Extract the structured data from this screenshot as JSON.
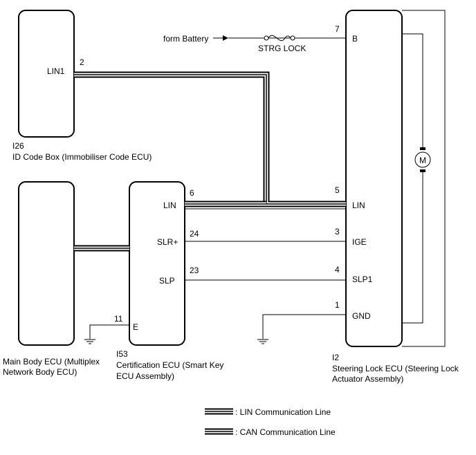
{
  "components": {
    "id_code_box": {
      "code": "I26",
      "name": "ID Code Box (Immobiliser Code ECU)",
      "terminal": "LIN1",
      "pin": "2"
    },
    "main_body_ecu": {
      "name_line1": "Main Body ECU (Multiplex",
      "name_line2": "Network Body ECU)"
    },
    "certification_ecu": {
      "code": "I53",
      "name_line1": "Certification ECU (Smart Key",
      "name_line2": "ECU Assembly)",
      "terminals": {
        "lin": "LIN",
        "slr": "SLR+",
        "slp": "SLP",
        "e": "E"
      },
      "pins": {
        "lin": "6",
        "slr": "24",
        "slp": "23",
        "e": "11"
      }
    },
    "steering_lock_ecu": {
      "code": "I2",
      "name_line1": "Steering Lock ECU (Steering Lock",
      "name_line2": "Actuator Assembly)",
      "terminals": {
        "b": "B",
        "lin": "LIN",
        "ige": "IGE",
        "slp1": "SLP1",
        "gnd": "GND"
      },
      "pins": {
        "b": "7",
        "lin": "5",
        "ige": "3",
        "slp1": "4",
        "gnd": "1"
      },
      "motor_symbol": "M"
    }
  },
  "battery_label": "form Battery",
  "fuse_label": "STRG LOCK",
  "legend": {
    "lin": ": LIN Communication Line",
    "can": ": CAN Communication Line"
  }
}
